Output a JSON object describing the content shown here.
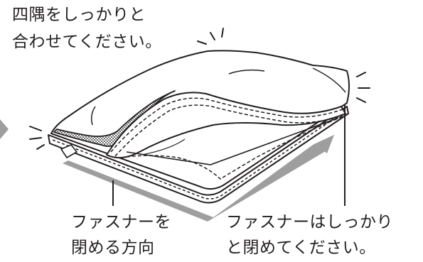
{
  "labels": {
    "top_left_line1": "四隅をしっかりと",
    "top_left_line2": "合わせてください。",
    "bottom_left_line1": "ファスナーを",
    "bottom_left_line2": "閉める方向",
    "bottom_right_line1": "ファスナーはしっかり",
    "bottom_right_line2": "と閉めてください。"
  },
  "colors": {
    "ink": "#231f20",
    "arrow": "#9e9e9e",
    "mesh": "#7d7d7d",
    "fabric": "#ffffff"
  }
}
